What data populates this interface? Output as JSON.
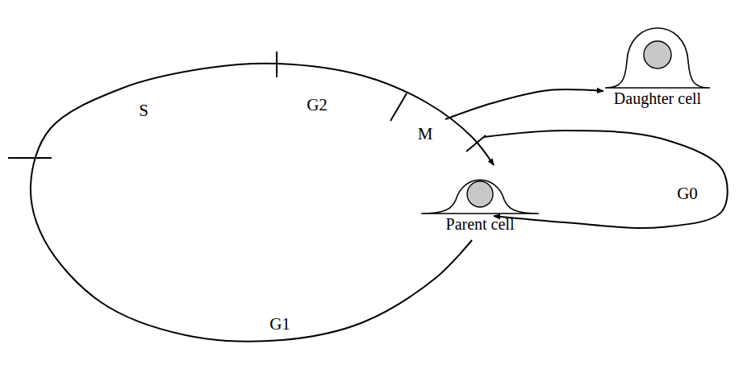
{
  "diagram": {
    "nodes": [
      {
        "text": [
          "Daughter cell"
        ]
      },
      {
        "text": [
          "Parent cell"
        ]
      }
    ],
    "labels": [
      "S",
      "G2",
      "M",
      "G1",
      "G0"
    ]
  }
}
